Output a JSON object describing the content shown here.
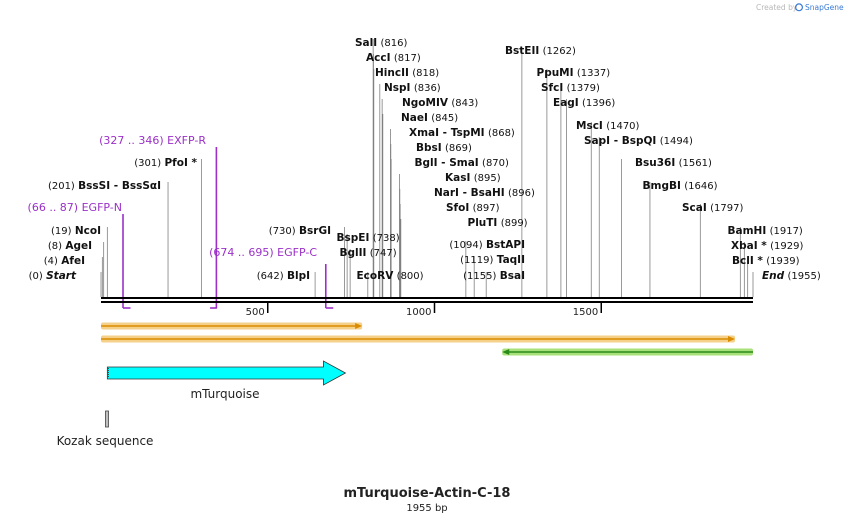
{
  "credit": {
    "prefix": "Created by",
    "brand": "SnapGene"
  },
  "map": {
    "title": "mTurquoise-Actin-C-18",
    "length_label": "1955 bp",
    "length": 1955,
    "scale_ticks": [
      {
        "pos": 500,
        "label": "500"
      },
      {
        "pos": 1000,
        "label": "1000"
      },
      {
        "pos": 1500,
        "label": "1500"
      }
    ]
  },
  "sites": [
    {
      "label": "Start",
      "pos": 0,
      "pos_label": "(0)",
      "italic": true
    },
    {
      "label": "AfeI",
      "pos": 4,
      "pos_label": "(4)"
    },
    {
      "label": "AgeI",
      "pos": 8,
      "pos_label": "(8)"
    },
    {
      "label": "NcoI",
      "pos": 19,
      "pos_label": "(19)"
    },
    {
      "label": "BssSI  -  BssSαI",
      "pos": 201,
      "pos_label": "(201)"
    },
    {
      "label": "PfoI *",
      "pos": 301,
      "pos_label": "(301)"
    },
    {
      "label": "BlpI",
      "pos": 642,
      "pos_label": "(642)"
    },
    {
      "label": "BsrGI",
      "pos": 730,
      "pos_label": "(730)"
    },
    {
      "label": "SalI",
      "pos": 816,
      "pos_label": "(816)"
    },
    {
      "label": "AccI",
      "pos": 817,
      "pos_label": "(817)"
    },
    {
      "label": "HincII",
      "pos": 818,
      "pos_label": "(818)"
    },
    {
      "label": "NspI",
      "pos": 836,
      "pos_label": "(836)"
    },
    {
      "label": "NgoMIV",
      "pos": 843,
      "pos_label": "(843)"
    },
    {
      "label": "NaeI",
      "pos": 845,
      "pos_label": "(845)"
    },
    {
      "label": "XmaI  -  TspMI",
      "pos": 868,
      "pos_label": "(868)"
    },
    {
      "label": "BbsI",
      "pos": 869,
      "pos_label": "(869)"
    },
    {
      "label": "BglI  -  SmaI",
      "pos": 870,
      "pos_label": "(870)"
    },
    {
      "label": "KasI",
      "pos": 895,
      "pos_label": "(895)"
    },
    {
      "label": "NarI  -  BsaHI",
      "pos": 896,
      "pos_label": "(896)"
    },
    {
      "label": "SfoI",
      "pos": 897,
      "pos_label": "(897)"
    },
    {
      "label": "PluTI",
      "pos": 899,
      "pos_label": "(899)"
    },
    {
      "label": "BspEI",
      "pos": 738,
      "pos_label": "(738)"
    },
    {
      "label": "BglII",
      "pos": 747,
      "pos_label": "(747)"
    },
    {
      "label": "EcoRV",
      "pos": 800,
      "pos_label": "(800)"
    },
    {
      "label": "BstAPI",
      "pos": 1094,
      "pos_label": "(1094)"
    },
    {
      "label": "TaqII",
      "pos": 1119,
      "pos_label": "(1119)"
    },
    {
      "label": "BsaI",
      "pos": 1155,
      "pos_label": "(1155)"
    },
    {
      "label": "BstEII",
      "pos": 1262,
      "pos_label": "(1262)"
    },
    {
      "label": "PpuMI",
      "pos": 1337,
      "pos_label": "(1337)"
    },
    {
      "label": "SfcI",
      "pos": 1379,
      "pos_label": "(1379)"
    },
    {
      "label": "EagI",
      "pos": 1396,
      "pos_label": "(1396)"
    },
    {
      "label": "MscI",
      "pos": 1470,
      "pos_label": "(1470)"
    },
    {
      "label": "SapI  -  BspQI",
      "pos": 1494,
      "pos_label": "(1494)"
    },
    {
      "label": "Bsu36I",
      "pos": 1561,
      "pos_label": "(1561)"
    },
    {
      "label": "BmgBI",
      "pos": 1646,
      "pos_label": "(1646)"
    },
    {
      "label": "ScaI",
      "pos": 1797,
      "pos_label": "(1797)"
    },
    {
      "label": "BamHI",
      "pos": 1917,
      "pos_label": "(1917)"
    },
    {
      "label": "XbaI *",
      "pos": 1929,
      "pos_label": "(1929)"
    },
    {
      "label": "BclI *",
      "pos": 1939,
      "pos_label": "(1939)"
    },
    {
      "label": "End",
      "pos": 1955,
      "pos_label": "(1955)",
      "italic": true
    }
  ],
  "primers": [
    {
      "name": "EGFP-N",
      "range_label": "(66 .. 87)",
      "start": 66,
      "end": 87
    },
    {
      "name": "EXFP-R",
      "range_label": "(327 .. 346)",
      "start": 327,
      "end": 346
    },
    {
      "name": "EGFP-C",
      "range_label": "(674 .. 695)",
      "start": 674,
      "end": 695
    }
  ],
  "orfs": [
    {
      "start": 0,
      "end": 783,
      "direction": "forward"
    },
    {
      "start": 0,
      "end": 1901,
      "direction": "forward"
    },
    {
      "start": 1203,
      "end": 1955,
      "direction": "reverse"
    }
  ],
  "features": [
    {
      "name": "mTurquoise",
      "start": 19,
      "end": 733,
      "color": "#00ffff",
      "type": "arrow"
    },
    {
      "name": "Kozak sequence",
      "start": 9,
      "end": 18,
      "color": "#c0c0c0",
      "type": "box"
    }
  ],
  "colors": {
    "backbone": "#000000",
    "primer": "#9b30c8",
    "orf_forward": "#d98c00",
    "orf_forward_glow": "#f5d08a",
    "orf_reverse": "#2a8a1a",
    "orf_reverse_glow": "#a8e07a",
    "site_line": "#808080",
    "brand": "#3a7bd5"
  }
}
